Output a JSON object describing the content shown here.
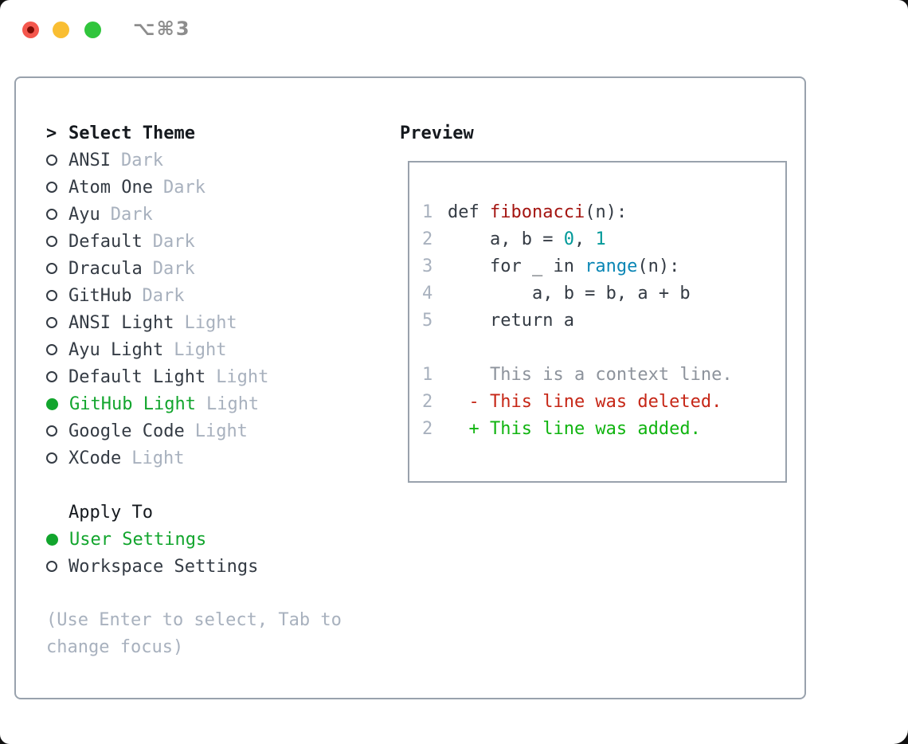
{
  "colors": {
    "dark": "#343b44",
    "header": "#15191e",
    "muted": "#a8b1be",
    "ctx": "#8d939c",
    "green": "#12a52d",
    "addgreen": "#10b410",
    "delred": "#c62717",
    "funcred": "#a41511",
    "num": "#009999",
    "builtin": "#0a86b5",
    "border": "#99a2ad",
    "titlegray": "#8d8d8d",
    "lightred": "#f4574d",
    "lightyellow": "#f9be32",
    "lightgreen": "#30c53c",
    "dotred": "#7d0b04"
  },
  "window": {
    "title": "⌥⌘3"
  },
  "theme_picker": {
    "header_prefix": ">",
    "header": "Select Theme",
    "items": [
      {
        "name": "ANSI",
        "badge": "Dark",
        "selected": false
      },
      {
        "name": "Atom One",
        "badge": "Dark",
        "selected": false
      },
      {
        "name": "Ayu",
        "badge": "Dark",
        "selected": false
      },
      {
        "name": "Default",
        "badge": "Dark",
        "selected": false
      },
      {
        "name": "Dracula",
        "badge": "Dark",
        "selected": false
      },
      {
        "name": "GitHub",
        "badge": "Dark",
        "selected": false
      },
      {
        "name": "ANSI Light",
        "badge": "Light",
        "selected": false
      },
      {
        "name": "Ayu Light",
        "badge": "Light",
        "selected": false
      },
      {
        "name": "Default Light",
        "badge": "Light",
        "selected": false
      },
      {
        "name": "GitHub Light",
        "badge": "Light",
        "selected": true
      },
      {
        "name": "Google Code",
        "badge": "Light",
        "selected": false
      },
      {
        "name": "XCode",
        "badge": "Light",
        "selected": false
      }
    ]
  },
  "apply_to": {
    "header": "Apply To",
    "options": [
      {
        "name": "User Settings",
        "selected": true
      },
      {
        "name": "Workspace Settings",
        "selected": false
      }
    ]
  },
  "hint": "(Use Enter to select, Tab to change focus)",
  "preview": {
    "title": "Preview",
    "code_lines": [
      {
        "gutter": "1",
        "tokens": [
          {
            "text": "def ",
            "type": "plain"
          },
          {
            "text": "fibonacci",
            "type": "function"
          },
          {
            "text": "(n):",
            "type": "plain"
          }
        ]
      },
      {
        "gutter": "2",
        "tokens": [
          {
            "text": "    a, b = ",
            "type": "plain"
          },
          {
            "text": "0",
            "type": "number"
          },
          {
            "text": ", ",
            "type": "plain"
          },
          {
            "text": "1",
            "type": "number"
          }
        ]
      },
      {
        "gutter": "3",
        "tokens": [
          {
            "text": "    for _ in ",
            "type": "plain"
          },
          {
            "text": "range",
            "type": "builtin"
          },
          {
            "text": "(n):",
            "type": "plain"
          }
        ]
      },
      {
        "gutter": "4",
        "tokens": [
          {
            "text": "        a, b = b, a + b",
            "type": "plain"
          }
        ]
      },
      {
        "gutter": "5",
        "tokens": [
          {
            "text": "    return a",
            "type": "plain"
          }
        ]
      },
      {
        "gutter": "",
        "tokens": []
      },
      {
        "gutter": "1",
        "tokens": [
          {
            "text": "    This is a context line.",
            "type": "ctx"
          }
        ]
      },
      {
        "gutter": "2",
        "tokens": [
          {
            "text": "  - This line was deleted.",
            "type": "del"
          }
        ]
      },
      {
        "gutter": "2",
        "tokens": [
          {
            "text": "  + This line was added.",
            "type": "add"
          }
        ]
      }
    ]
  }
}
